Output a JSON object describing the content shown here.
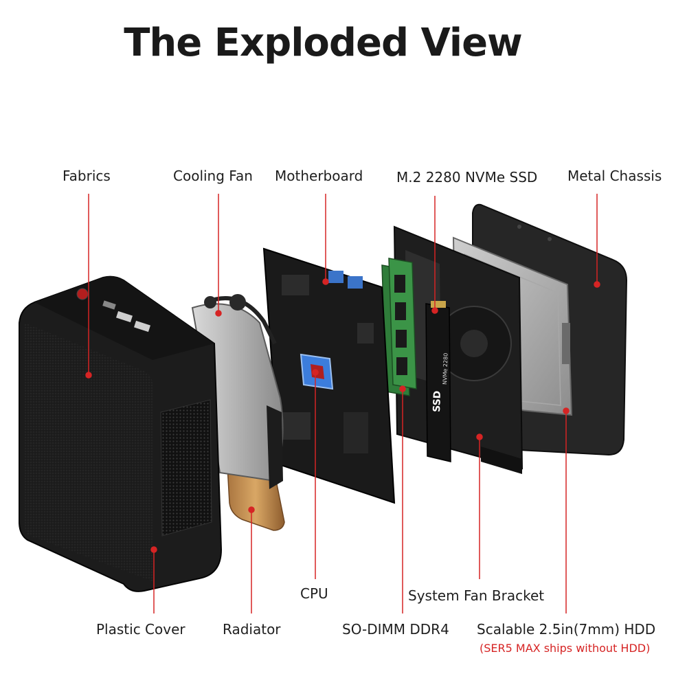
{
  "title": "The Exploded View",
  "labels": {
    "fabrics": "Fabrics",
    "cooling_fan": "Cooling Fan",
    "motherboard": "Motherboard",
    "ssd": "M.2 2280 NVMe SSD",
    "metal_chassis": "Metal Chassis",
    "cpu": "CPU",
    "system_fan_bracket": "System Fan Bracket",
    "plastic_cover": "Plastic Cover",
    "radiator": "Radiator",
    "ram": "SO-DIMM DDR4",
    "hdd": "Scalable 2.5in(7mm) HDD",
    "hdd_note": "(SER5 MAX ships without HDD)"
  },
  "ssd_print": "SSD",
  "ssd_print_small": "NVMe 2280",
  "colors": {
    "accent": "#d62424",
    "text": "#1e1e1e",
    "device": "#1c1c1c"
  }
}
